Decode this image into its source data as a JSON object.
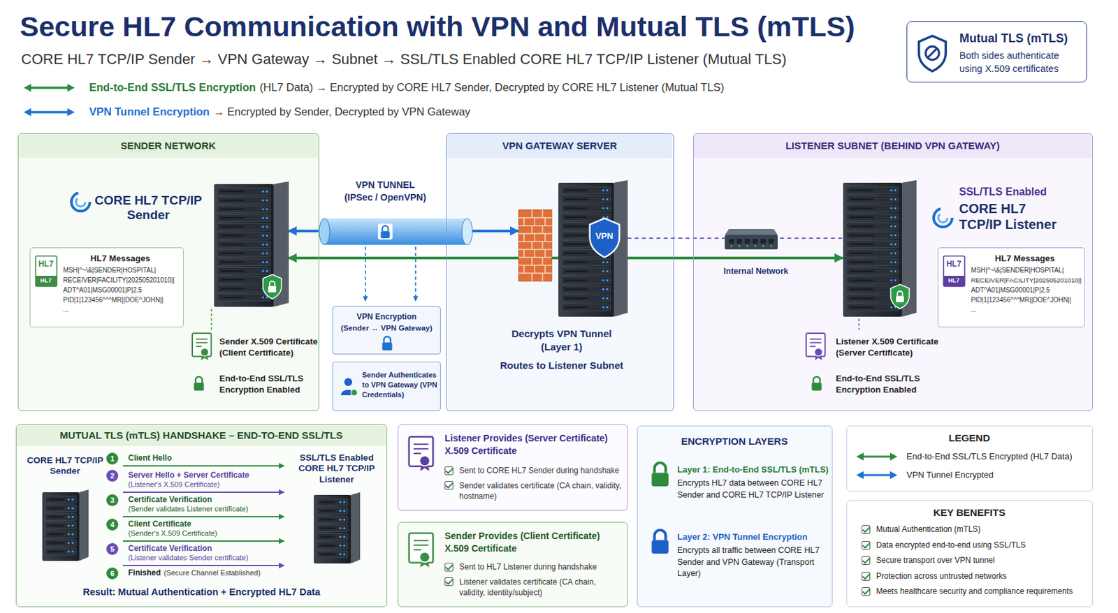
{
  "diagram": {
    "title": "Secure HL7 Communication with VPN and Mutual TLS (mTLS)",
    "caption": "CORE HL7 TCP/IP Sender → VPN Gateway → Subnet → SSL/TLS Enabled CORE HL7 TCP/IP Listener (Mutual TLS)",
    "nodes": [
      {
        "text": [
          "Mutual TLS (mTLS)",
          "Both sides authenticate using X.509 certificates"
        ]
      },
      {
        "text": [
          "SENDER NETWORK"
        ]
      },
      {
        "text": [
          "CORE HL7 TCP/IP Sender"
        ],
        "in": 1
      },
      {
        "text": [
          "HL7",
          "HL7",
          "HL7 Messages",
          "MSH|^~\\&|SENDER|HOSPITAL|",
          "RECEIVER|FACILITY|202505201010||",
          "ADT^A01|MSG00001|P|2.5",
          "PID|1|123456^^^MR||DOE^JOHN||",
          "..."
        ],
        "in": 1
      },
      {
        "text": [
          "VPN Encryption",
          "(Sender ↔ VPN Gateway)"
        ]
      },
      {
        "text": [
          "Sender Authenticates to VPN Gateway (VPN Credentials)"
        ]
      },
      {
        "text": [
          "VPN GATEWAY SERVER"
        ]
      },
      {
        "text": [
          "VPN"
        ],
        "in": 6
      },
      {
        "text": [
          "LISTENER SUBNET (BEHIND VPN GATEWAY)"
        ]
      },
      {
        "text": [
          "SSL/TLS Enabled",
          "CORE HL7 TCP/IP Listener"
        ],
        "in": 8
      },
      {
        "text": [
          "HL7",
          "HL7",
          "HL7 Messages",
          "MSH|^~\\&|SENDER|HOSPITAL|",
          "RECEIVER|FACILITY|202505201010||",
          "ADT^A01|MSG00001|P|2.5",
          "PID|1|123456^^^MR||DOE^JOHN||",
          "..."
        ],
        "in": 8
      },
      {
        "text": [
          "MUTUAL TLS (mTLS) HANDSHAKE – END-TO-END SSL/TLS"
        ]
      },
      {
        "text": [
          "CORE HL7 TCP/IP Sender"
        ],
        "in": 11
      },
      {
        "text": [
          "SSL/TLS Enabled CORE HL7 TCP/IP Listener"
        ],
        "in": 11
      },
      {
        "text": [
          "Listener Provides (Server Certificate)",
          "X.509 Certificate",
          "Sent to CORE HL7 Sender during handshake",
          "Sender validates certificate (CA chain, validity, hostname)"
        ]
      },
      {
        "text": [
          "Sender Provides (Client Certificate)",
          "X.509 Certificate",
          "Sent to HL7 Listener during handshake",
          "Listener validates certificate (CA chain, validity, identity/subject)"
        ]
      },
      {
        "text": [
          "ENCRYPTION LAYERS",
          "Layer 1: End-to-End SSL/TLS (mTLS)",
          "Encrypts HL7 data between CORE HL7 Sender and CORE HL7 TCP/IP Listener",
          "Layer 2: VPN Tunnel Encryption",
          "Encrypts all traffic between CORE HL7 Sender and VPN Gateway (Transport Layer)"
        ]
      },
      {
        "text": [
          "LEGEND"
        ]
      },
      {
        "text": [
          "KEY BENEFITS",
          "Mutual Authentication (mTLS)",
          "Data encrypted end-to-end using SSL/TLS",
          "Secure transport over VPN tunnel",
          "Protection across untrusted networks",
          "Meets healthcare security and compliance requirements"
        ]
      }
    ],
    "edges": [
      {
        "from": 2,
        "to": 7,
        "arrow": "both"
      },
      {
        "from": 2,
        "to": 9,
        "arrow": "both"
      },
      {
        "from": 7,
        "to": 9,
        "arrow": "none"
      }
    ],
    "labels": [
      "End-to-End SSL/TLS Encryption",
      "(HL7 Data) → Encrypted by CORE HL7 Sender, Decrypted by CORE HL7 Listener (Mutual TLS)",
      "VPN Tunnel Encryption",
      "→ Encrypted by Sender, Decrypted by VPN Gateway",
      "VPN TUNNEL",
      "(IPSec / OpenVPN)",
      "Sender X.509 Certificate",
      "(Client Certificate)",
      "End-to-End SSL/TLS Encryption Enabled",
      "Decrypts VPN Tunnel (Layer 1)",
      "Routes to Listener Subnet",
      "Internal Network",
      "Listener X.509 Certificate",
      "(Server Certificate)",
      "End-to-End SSL/TLS Encryption Enabled",
      "1",
      "Client Hello",
      "2",
      "Server Hello + Server Certificate",
      "(Listener's X.509 Certificate)",
      "3",
      "Certificate Verification",
      "(Sender validates Listener certificate)",
      "4",
      "Client Certificate",
      "(Sender's X.509 Certificate)",
      "5",
      "Certificate Verification",
      "(Listener validates Sender certificate)",
      "6",
      "Finished",
      "(Secure Channel Established)",
      "Result: Mutual Authentication + Encrypted HL7 Data"
    ],
    "legend": [
      {
        "text": "End-to-End SSL/TLS Encrypted (HL7 Data)"
      },
      {
        "text": "VPN Tunnel Encrypted"
      }
    ]
  }
}
